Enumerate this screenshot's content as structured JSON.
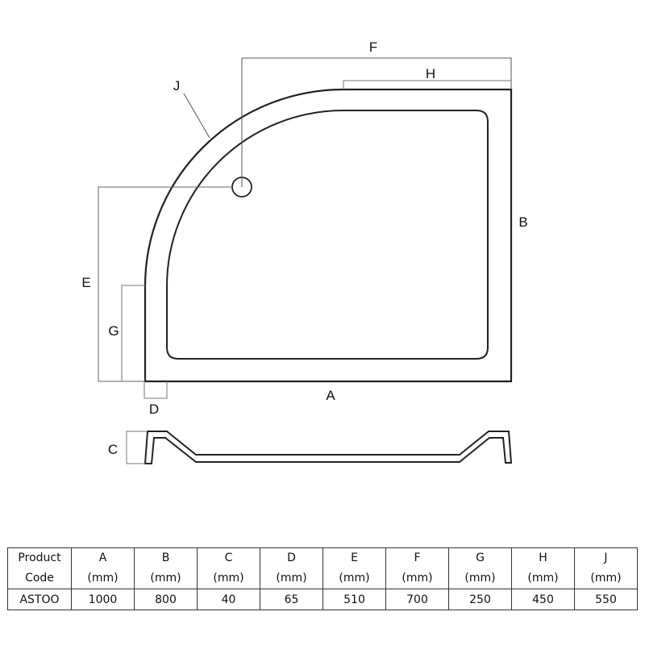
{
  "diagram": {
    "labels": {
      "A": "A",
      "B": "B",
      "C": "C",
      "D": "D",
      "E": "E",
      "F": "F",
      "G": "G",
      "H": "H",
      "J": "J"
    },
    "subject": "Quadrant shower tray plan and cross-section"
  },
  "table": {
    "headers": [
      {
        "line1": "Product",
        "line2": "Code"
      },
      {
        "line1": "A",
        "line2": "(mm)"
      },
      {
        "line1": "B",
        "line2": "(mm)"
      },
      {
        "line1": "C",
        "line2": "(mm)"
      },
      {
        "line1": "D",
        "line2": "(mm)"
      },
      {
        "line1": "E",
        "line2": "(mm)"
      },
      {
        "line1": "F",
        "line2": "(mm)"
      },
      {
        "line1": "G",
        "line2": "(mm)"
      },
      {
        "line1": "H",
        "line2": "(mm)"
      },
      {
        "line1": "J",
        "line2": "(mm)"
      }
    ],
    "rows": [
      [
        "ASTOO",
        "1000",
        "800",
        "40",
        "65",
        "510",
        "700",
        "250",
        "450",
        "550"
      ]
    ]
  }
}
